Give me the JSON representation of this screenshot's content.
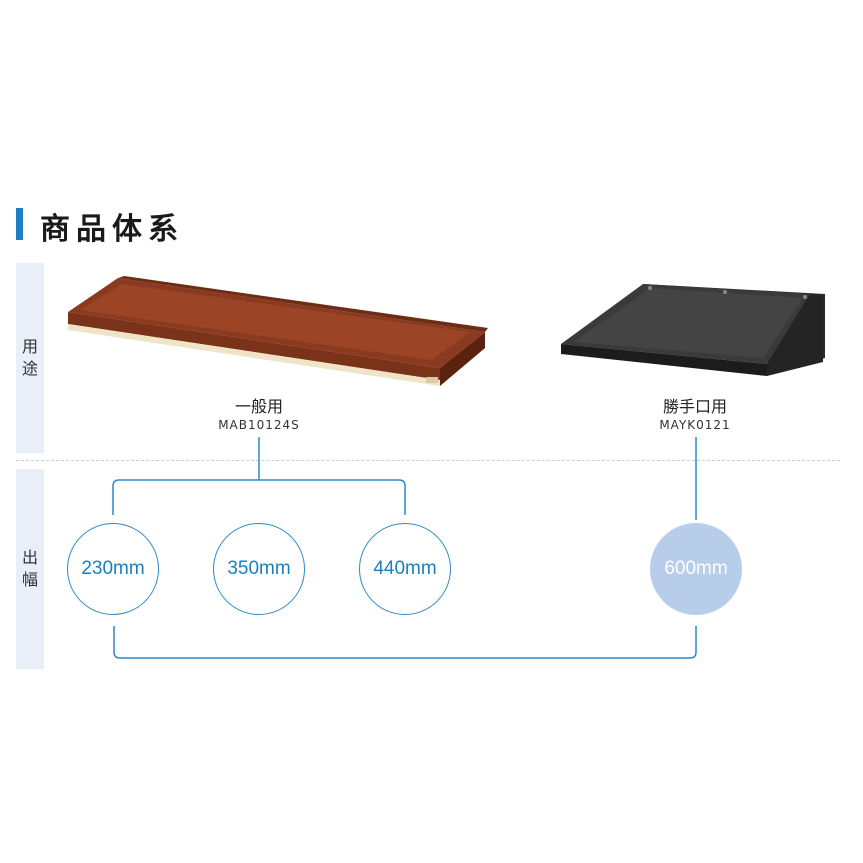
{
  "header": {
    "title": "商品体系"
  },
  "side": {
    "use": [
      "用",
      "途"
    ],
    "width": [
      "出",
      "幅"
    ]
  },
  "products": [
    {
      "name": "一般用",
      "code": "MAB10124S",
      "image": "brown-canopy-shelf"
    },
    {
      "name": "勝手口用",
      "code": "MAYK0121",
      "image": "black-canopy"
    }
  ],
  "widths": [
    {
      "label": "230mm",
      "product": "MAB10124S"
    },
    {
      "label": "350mm",
      "product": "MAB10124S"
    },
    {
      "label": "440mm",
      "product": "MAB10124S"
    },
    {
      "label": "600mm",
      "product": "MAYK0121"
    }
  ],
  "colors": {
    "accent": "#1f7fc4",
    "line": "#2a8ac6",
    "filled": "#b7cdea",
    "sidebar": "#e8eff9"
  }
}
